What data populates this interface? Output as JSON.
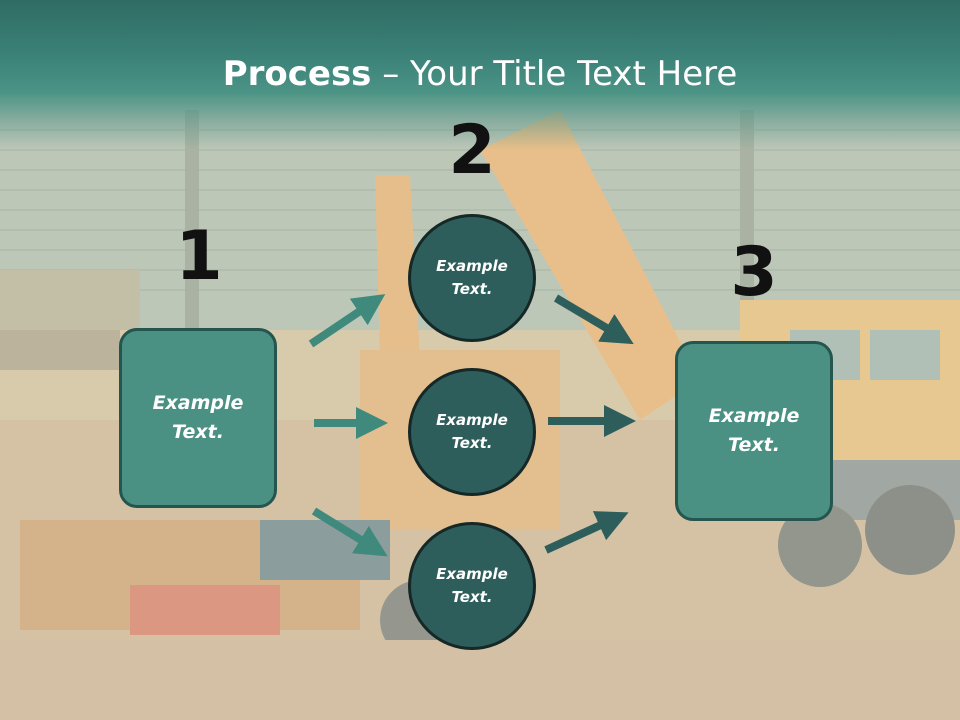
{
  "slide": {
    "title_bold": "Process",
    "title_rest": " – Your Title Text Here",
    "steps": [
      {
        "number": "1",
        "label": "Example\nText."
      },
      {
        "number": "2"
      },
      {
        "number": "3",
        "label": "Example\nText."
      }
    ],
    "circles": [
      {
        "label": "Example\nText."
      },
      {
        "label": "Example\nText."
      },
      {
        "label": "Example\nText."
      }
    ]
  },
  "colors": {
    "title_band": "#3c8379",
    "box_fill": "#4a9183",
    "circle_fill": "#2e5e5c",
    "arrow_left": "#3f8a7c",
    "arrow_right": "#2e5e5c"
  }
}
